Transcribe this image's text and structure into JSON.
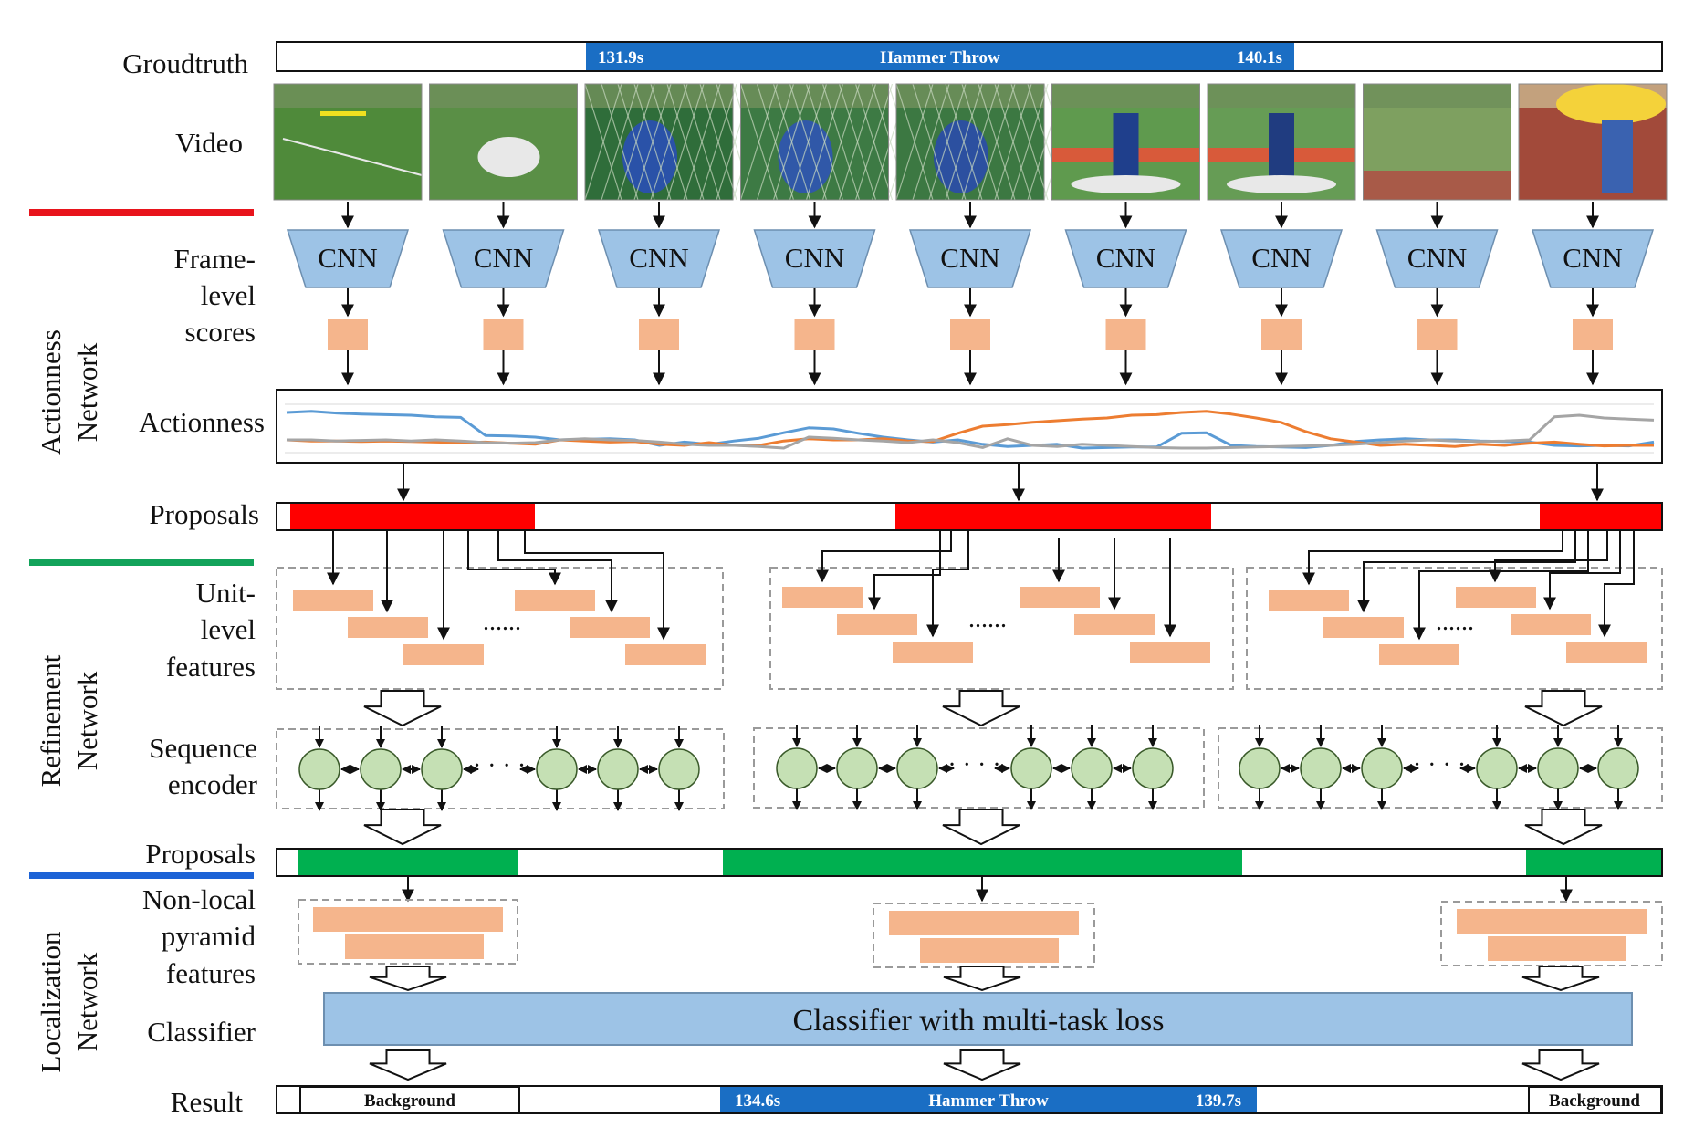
{
  "labels": {
    "groundtruth": "Groudtruth",
    "video": "Video",
    "frame_level_scores": [
      "Frame-",
      "level",
      "scores"
    ],
    "actionness": "Actionness",
    "proposals_1": "Proposals",
    "unit_level_features": [
      "Unit-",
      "level",
      "features"
    ],
    "sequence_encoder": [
      "Sequence",
      "encoder"
    ],
    "proposals_2": "Proposals",
    "non_local_pyramid_features": [
      "Non-local",
      "pyramid",
      "features"
    ],
    "classifier": "Classifier",
    "result": "Result"
  },
  "sections": {
    "actionness_network": [
      "Actionness",
      "Network"
    ],
    "refinement_network": [
      "Refinement",
      "Network"
    ],
    "localization_network": [
      "Localization",
      "Network"
    ]
  },
  "groundtruth_bar": {
    "start": "131.9s",
    "label": "Hammer Throw",
    "end": "140.1s"
  },
  "cnn_label": "CNN",
  "cnn_count": 9,
  "ellipsis": "......",
  "seq_ellipsis": "· · · ·",
  "classifier_box": "Classifier with multi-task loss",
  "result_bar": {
    "left": "Background",
    "start": "134.6s",
    "label": "Hammer Throw",
    "end": "139.7s",
    "right": "Background"
  },
  "colors": {
    "actionness_network": "#e8141c",
    "refinement_network": "#12a35a",
    "localization_network": "#1d63d6",
    "gt_bar": "#1a6ec4",
    "cnn_fill": "#9dc3e6",
    "score_fill": "#f5b58c",
    "proposal_red": "#ff0000",
    "proposal_green": "#00b050",
    "encoder_fill": "#c5e0b4",
    "classifier_fill": "#9dc3e6",
    "series_blue": "#5b9bd5",
    "series_orange": "#ed7d31",
    "series_gray": "#a5a5a5"
  },
  "actionness_series": [
    {
      "color": "series_blue",
      "values": [
        0.8,
        0.82,
        0.79,
        0.77,
        0.76,
        0.75,
        0.72,
        0.71,
        0.38,
        0.37,
        0.35,
        0.3,
        0.31,
        0.32,
        0.3,
        0.2,
        0.26,
        0.22,
        0.28,
        0.33,
        0.43,
        0.52,
        0.5,
        0.42,
        0.35,
        0.3,
        0.26,
        0.3,
        0.22,
        0.18,
        0.2,
        0.22,
        0.15,
        0.16,
        0.17,
        0.17,
        0.42,
        0.43,
        0.2,
        0.18,
        0.17,
        0.16,
        0.2,
        0.27,
        0.3,
        0.32,
        0.3,
        0.3,
        0.28,
        0.27,
        0.26,
        0.2,
        0.19,
        0.2,
        0.19,
        0.26
      ]
    },
    {
      "color": "series_orange",
      "values": [
        0.3,
        0.28,
        0.28,
        0.27,
        0.28,
        0.27,
        0.26,
        0.25,
        0.26,
        0.24,
        0.22,
        0.3,
        0.28,
        0.26,
        0.27,
        0.22,
        0.2,
        0.25,
        0.2,
        0.2,
        0.28,
        0.32,
        0.3,
        0.3,
        0.32,
        0.28,
        0.27,
        0.42,
        0.55,
        0.58,
        0.62,
        0.65,
        0.68,
        0.7,
        0.75,
        0.76,
        0.8,
        0.82,
        0.77,
        0.7,
        0.62,
        0.45,
        0.32,
        0.26,
        0.2,
        0.22,
        0.2,
        0.18,
        0.22,
        0.2,
        0.24,
        0.26,
        0.22,
        0.19,
        0.2,
        0.2
      ]
    },
    {
      "color": "series_gray",
      "values": [
        0.3,
        0.3,
        0.28,
        0.29,
        0.3,
        0.28,
        0.3,
        0.28,
        0.25,
        0.24,
        0.25,
        0.3,
        0.32,
        0.3,
        0.29,
        0.26,
        0.22,
        0.2,
        0.2,
        0.18,
        0.15,
        0.35,
        0.33,
        0.3,
        0.28,
        0.25,
        0.3,
        0.25,
        0.16,
        0.32,
        0.2,
        0.18,
        0.22,
        0.2,
        0.18,
        0.16,
        0.15,
        0.15,
        0.16,
        0.17,
        0.18,
        0.19,
        0.2,
        0.22,
        0.25,
        0.28,
        0.3,
        0.28,
        0.27,
        0.28,
        0.3,
        0.72,
        0.75,
        0.7,
        0.68,
        0.66
      ]
    }
  ]
}
